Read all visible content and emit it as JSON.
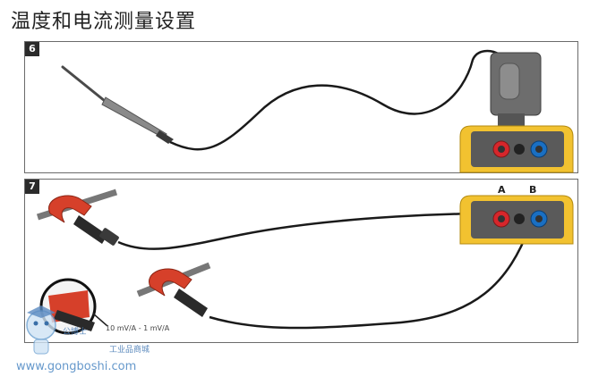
{
  "page": {
    "title": "温度和电流测量设置"
  },
  "step6": {
    "number": "6"
  },
  "step7": {
    "number": "7",
    "input_a_label": "A",
    "input_b_label": "B",
    "clamp_range": "10 mV/A - 1 mV/A"
  },
  "watermark": {
    "url": "www.gongboshi.com",
    "cn_a": "公博士",
    "cn_b": "工业品商城"
  },
  "colors": {
    "meter_yellow": "#f2c230",
    "jack_red": "#d7262b",
    "jack_blue": "#1a6fc2",
    "clamp_red": "#d6402a",
    "dark": "#2a2a2a"
  }
}
